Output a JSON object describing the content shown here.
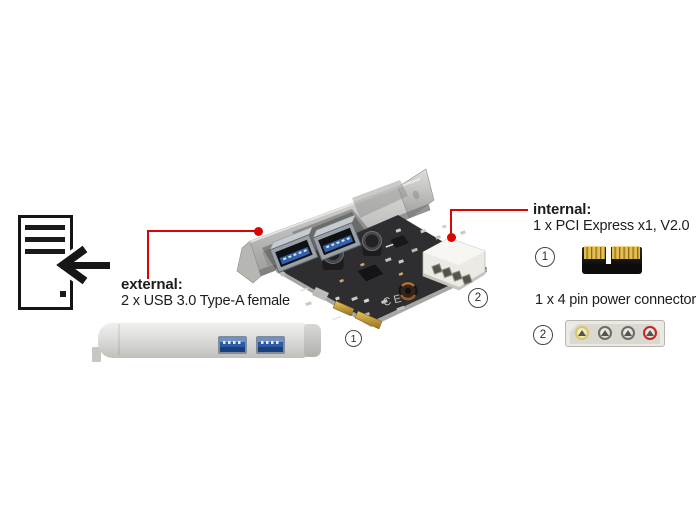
{
  "annotations": {
    "external": {
      "title": "external:",
      "description": "2 x USB 3.0 Type-A female"
    },
    "internal": {
      "title": "internal:",
      "description": "1 x PCI Express x1, V2.0"
    },
    "power": {
      "description": "1 x 4 pin power connector"
    }
  },
  "markers": {
    "pcie_slot": "1",
    "power_connector": "2"
  },
  "card": {
    "ce_mark": "CE"
  },
  "icons": {
    "left_symbol": "pc-tower-arrow-icon"
  },
  "colors": {
    "accent_red": "#d90606",
    "pcb_dark": "#2e2e30",
    "usb_blue": "#3161ac",
    "connector_gold": "#c9a23c",
    "bracket_gray": "#bdbdba"
  }
}
